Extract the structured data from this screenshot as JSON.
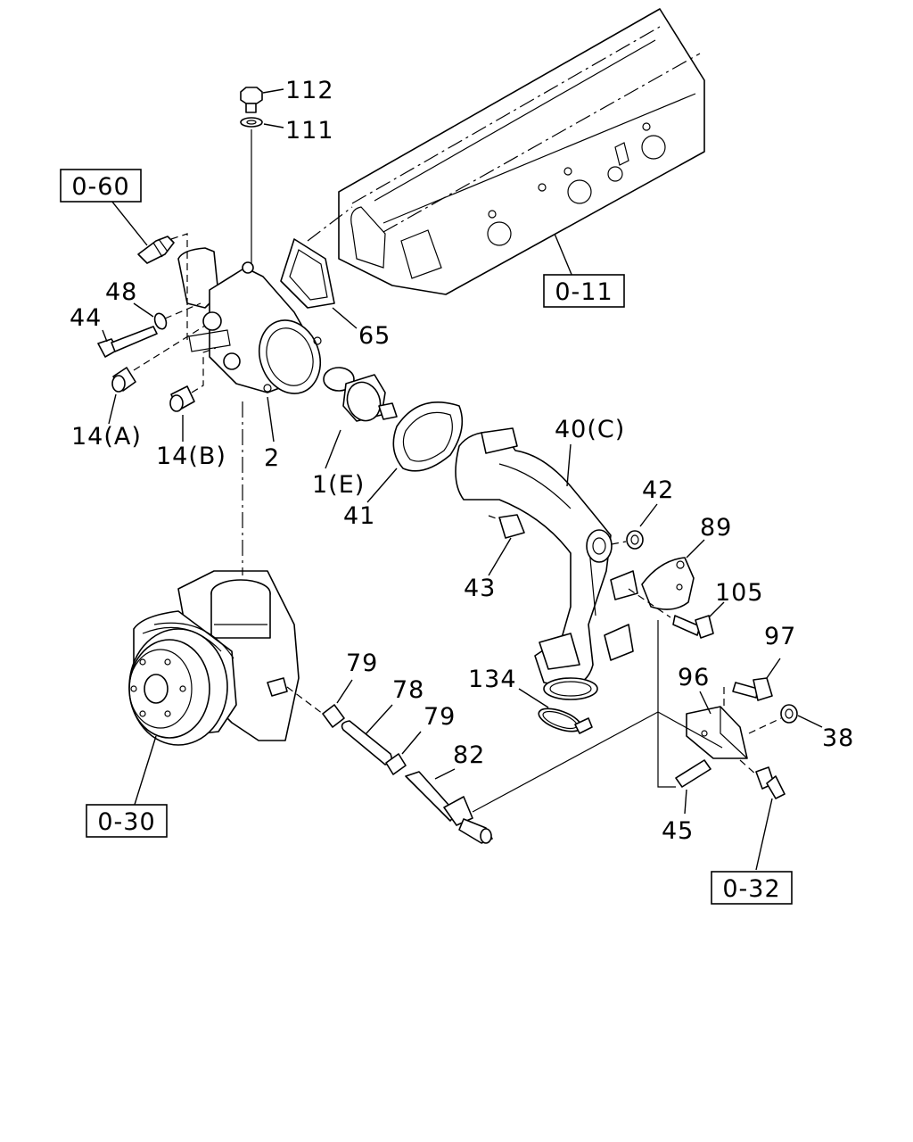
{
  "references": {
    "ref_0_60": "0-60",
    "ref_0_11": "0-11",
    "ref_0_30": "0-30",
    "ref_0_32": "0-32"
  },
  "callouts": {
    "c112": "112",
    "c111": "111",
    "c48": "48",
    "c44": "44",
    "c65": "65",
    "c14a": "14(A)",
    "c14b": "14(B)",
    "c2": "2",
    "c1e": "1(E)",
    "c41": "41",
    "c40c": "40(C)",
    "c42": "42",
    "c89": "89",
    "c43": "43",
    "c105": "105",
    "c97": "97",
    "c79a": "79",
    "c78": "78",
    "c79b": "79",
    "c134": "134",
    "c96": "96",
    "c38": "38",
    "c82": "82",
    "c45": "45"
  }
}
